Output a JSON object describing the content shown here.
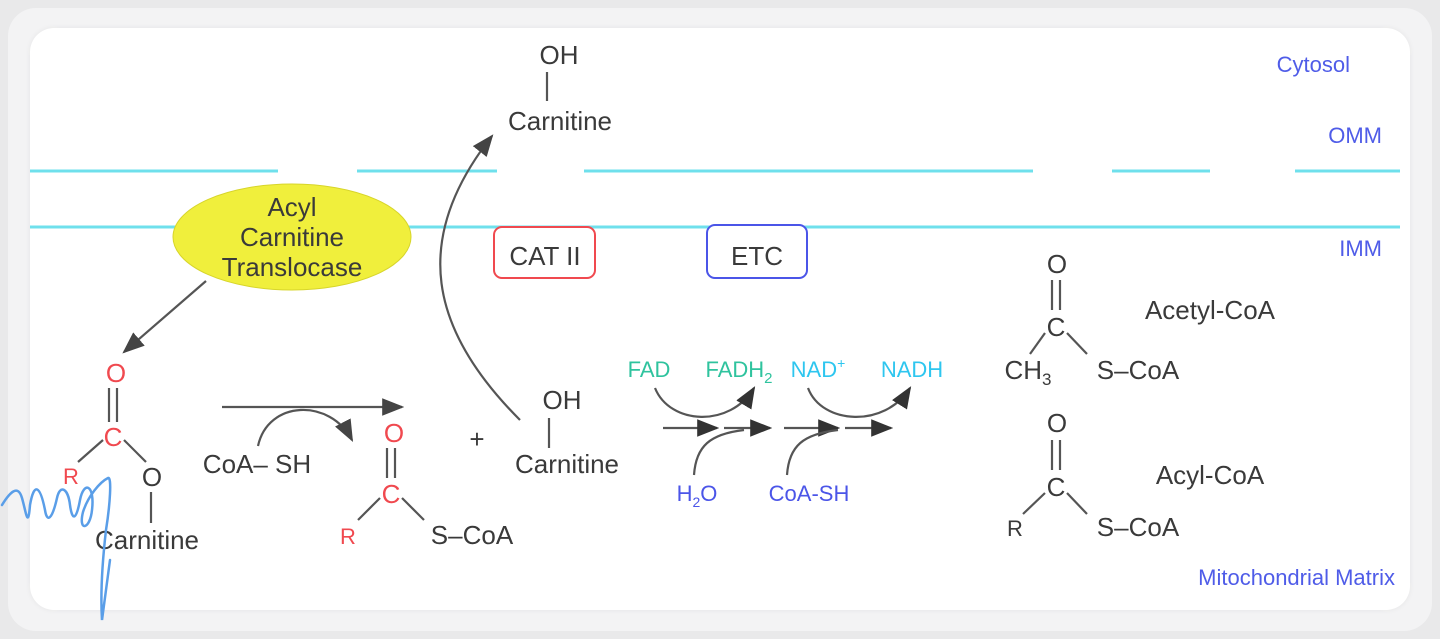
{
  "regions": {
    "cytosol": "Cytosol",
    "omm": "OMM",
    "imm": "IMM",
    "matrix": "Mitochondrial Matrix"
  },
  "translocase": {
    "line1": "Acyl",
    "line2": "Carnitine",
    "line3": "Translocase"
  },
  "enzymes": {
    "cat2": "CAT II",
    "etc": "ETC"
  },
  "atoms": {
    "O": "O",
    "C": "C",
    "R": "R",
    "OH": "OH",
    "carnitine": "Carnitine",
    "scoa": "S–CoA",
    "ch3": "CH",
    "ch3_sub": "3",
    "plus": "+"
  },
  "reagents": {
    "coash_reactant": "CoA– SH",
    "fad": "FAD",
    "fadh": "FADH",
    "fadh_sub": "2",
    "nad": "NAD",
    "nad_sup": "+",
    "nadh": "NADH",
    "h2o_h": "H",
    "h2o_sub": "2",
    "h2o_o": "O",
    "coash_product": "CoA-SH"
  },
  "products": {
    "acetyl_coa": "Acetyl-CoA",
    "acyl_coa": "Acyl-CoA"
  },
  "colors": {
    "membrane": "#6fe0ec",
    "region_label": "#4f5ce8",
    "red_atom": "#f0494f",
    "blue_text": "#4b55e8",
    "green_text": "#2fc39e",
    "cyan_text": "#2ec6ef",
    "purple_text": "#9a57c8",
    "ellipse_fill": "#f0ef3c",
    "handwriting": "#5a9ee8"
  },
  "icons": {
    "handwriting": "handwritten-scribble-annotation"
  }
}
